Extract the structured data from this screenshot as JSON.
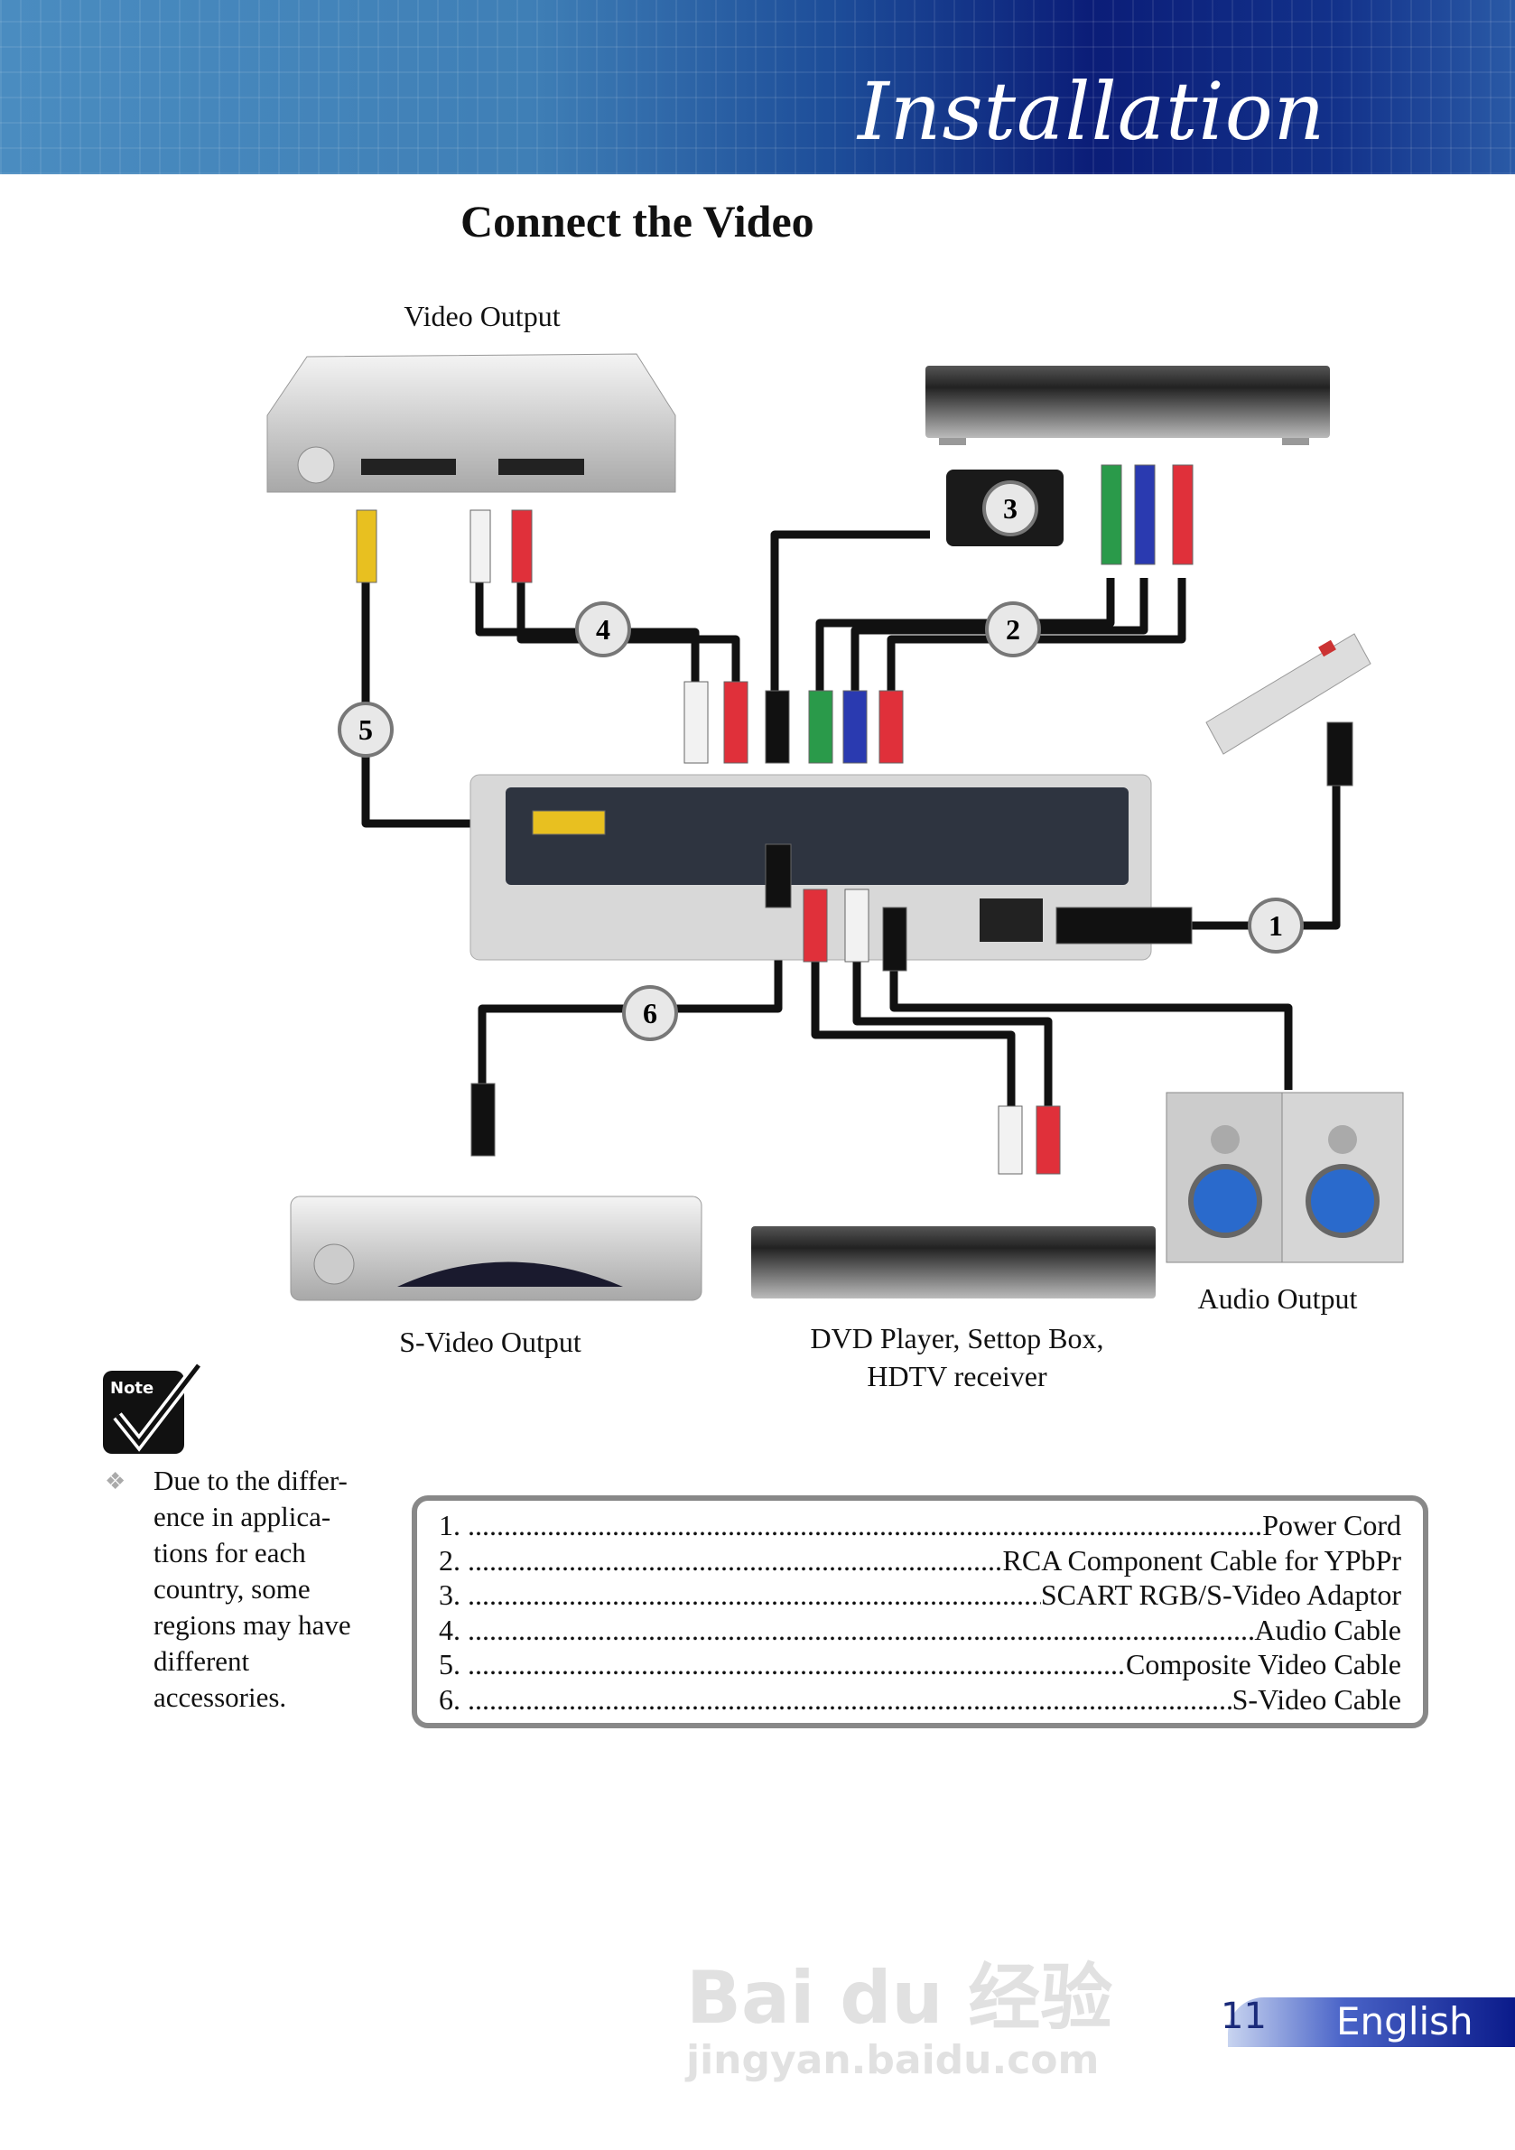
{
  "header": {
    "title": "Installation"
  },
  "section": {
    "title": "Connect the Video"
  },
  "diagram": {
    "labels": {
      "video_output": "Video Output",
      "svideo_output": "S-Video Output",
      "dvd_line1": "DVD Player, Settop Box,",
      "dvd_line2": "HDTV receiver",
      "audio_output": "Audio Output"
    },
    "callouts": [
      "1",
      "2",
      "3",
      "4",
      "5",
      "6"
    ],
    "plug_colors": {
      "yellow": "#e8c020",
      "white": "#f2f2f2",
      "red": "#e0303a",
      "green": "#2a9a4a",
      "blue": "#2a3ab0",
      "black": "#111111"
    }
  },
  "note": {
    "icon_label": "Note",
    "lines": [
      "Due to the differ-",
      "ence in applica-",
      "tions for each",
      "country, some",
      "regions may have",
      "different",
      "accessories."
    ]
  },
  "legend": [
    {
      "num": "1.",
      "text": "Power Cord"
    },
    {
      "num": "2.",
      "text": "RCA Component Cable for YPbPr"
    },
    {
      "num": "3.",
      "text": "SCART RGB/S-Video Adaptor"
    },
    {
      "num": "4.",
      "text": "Audio Cable"
    },
    {
      "num": "5.",
      "text": "Composite Video Cable"
    },
    {
      "num": "6.",
      "text": "S-Video Cable"
    }
  ],
  "footer": {
    "page": "11",
    "language": "English"
  },
  "watermark": {
    "line1": "Bai du 经验",
    "line2": "jingyan.baidu.com"
  }
}
